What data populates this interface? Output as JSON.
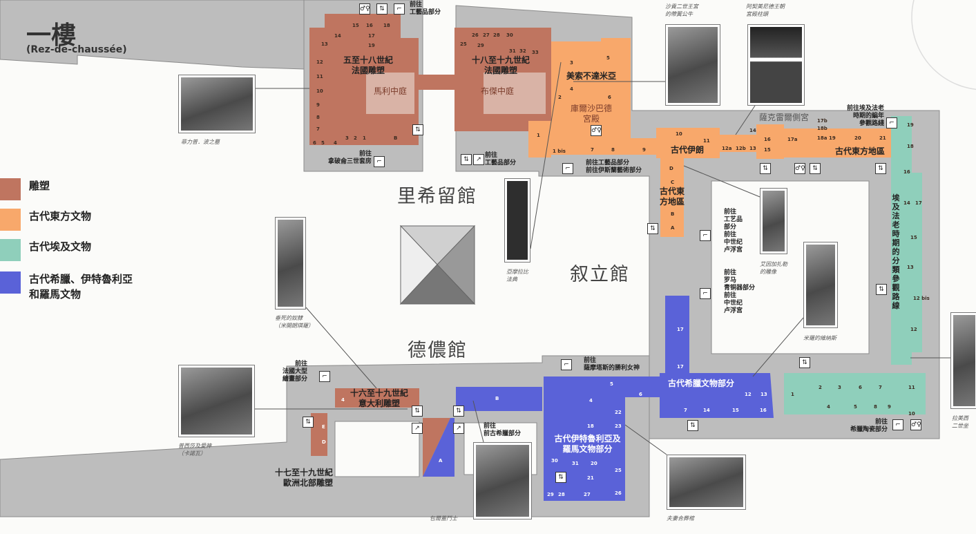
{
  "title": "一樓",
  "subtitle": "(Rez-de-chaussée)",
  "colors": {
    "sculpture": "#bf7560",
    "orient": "#f8a86b",
    "egypt": "#8fcfbb",
    "greek": "#5a62d8",
    "building": "#bdbdbd"
  },
  "legend": [
    {
      "label": "雕塑",
      "color": "#bf7560"
    },
    {
      "label": "古代東方文物",
      "color": "#f8a86b"
    },
    {
      "label": "古代埃及文物",
      "color": "#8fcfbb"
    },
    {
      "label": "古代希臘、伊特魯利亞\n和羅馬文物",
      "color": "#5a62d8"
    }
  ],
  "wings": {
    "richelieu": "里希留館",
    "sully": "叙立館",
    "denon": "德儂館"
  },
  "sections": {
    "french_5_18": "五至十八世紀\n法國雕塑",
    "french_18_19": "十八至十九世紀\n法國雕塑",
    "mesopotamia": "美索不達米亞",
    "iran": "古代伊朗",
    "levant_north": "古代東方地區",
    "levant_column": "古代東\n方地區",
    "italian": "十六至十九世紀\n意大利雕塑",
    "northern": "十七至十九世紀\n歐洲北部雕塑",
    "etruscan_roman": "古代伊特魯利亞及\n羅馬文物部分",
    "greek": "古代希臘文物部分",
    "egypt_thematic": "埃及法老時期的分類參觀路線"
  },
  "courts": {
    "marly": "馬利中庭",
    "puget": "布傑中庭",
    "khorsabad": "庫爾沙巴德\n宮殿",
    "sackler": "薩克雷爾側宮"
  },
  "directions": {
    "decorative_top": "前往\n工藝品部分",
    "napoleon": "前往\n拿破侖三世套房",
    "decorative_left": "前往\n工藝品部分",
    "decorative_islamic": "前往工藝品部分\n前往伊斯蘭藝術部分",
    "egypt_chrono": "前往埃及法老\n時期的編年\n參觀路綫",
    "decorative_medieval": "前往\n工艺品\n部分\n前往\n中世纪\n卢浮宫",
    "bronze_medieval": "前往\n罗马\n青铜器部分\n前往\n中世纪\n卢浮宫",
    "samothrace": "前往\n薩摩塔斯的勝利女神",
    "french_painting": "前往\n法國大型\n繪畫部分",
    "pre_greek": "前往\n前古希臘部分",
    "greek_ceramics": "前往\n希臘陶瓷部分"
  },
  "artworks": [
    {
      "caption": "菲力普．波之墓"
    },
    {
      "caption": "沙貢二世王宮\n的帶翼公牛"
    },
    {
      "caption": "阿契美尼德王朝\n宮殿柱頭"
    },
    {
      "caption": "亞摩拉比\n法典"
    },
    {
      "caption": "垂死的奴隸\n（米開朗琪羅）"
    },
    {
      "caption": "艾因加扎勒\n的雕像"
    },
    {
      "caption": "米羅的維納斯"
    },
    {
      "caption": "普西莎及愛神\n（卡諾瓦）"
    },
    {
      "caption": "包爾蓋鬥士"
    },
    {
      "caption": "夫妻合葬棺"
    },
    {
      "caption": "拉美西\n二世坐"
    }
  ],
  "rooms": [
    "15",
    "16",
    "18",
    "17",
    "19",
    "14",
    "13",
    "12",
    "11",
    "10",
    "9",
    "8",
    "7",
    "6",
    "5",
    "4",
    "3",
    "2",
    "1",
    "B",
    "26",
    "27",
    "28",
    "30",
    "25",
    "29",
    "31",
    "32",
    "33",
    "3",
    "5",
    "4",
    "2",
    "6",
    "1",
    "1 bis",
    "7",
    "8",
    "9",
    "10",
    "11",
    "12a",
    "12b",
    "13",
    "14",
    "16",
    "15",
    "17a",
    "17b",
    "18b",
    "18a",
    "19",
    "20",
    "21",
    "D",
    "C",
    "B",
    "A",
    "19",
    "18",
    "16",
    "14",
    "17",
    "15",
    "13",
    "12 bis",
    "12",
    "1",
    "2",
    "3",
    "6",
    "7",
    "11",
    "4",
    "5",
    "8",
    "9",
    "10",
    "17",
    "17",
    "7",
    "14",
    "15",
    "16",
    "12",
    "13",
    "B",
    "4",
    "5",
    "6",
    "22",
    "18",
    "23",
    "30",
    "31",
    "20",
    "25",
    "21",
    "29",
    "28",
    "27",
    "26",
    "A",
    "E",
    "D",
    "4"
  ]
}
